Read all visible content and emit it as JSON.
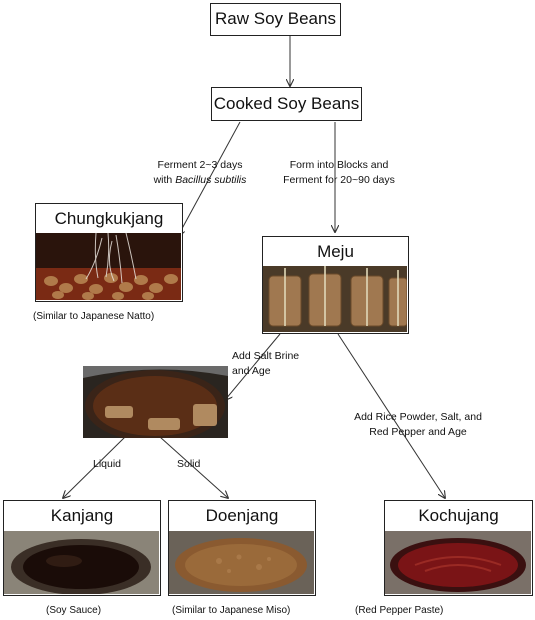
{
  "nodes": {
    "raw_soy_beans": "Raw Soy Beans",
    "cooked_soy_beans": "Cooked Soy Beans",
    "chungkukjang": "Chungkukjang",
    "meju": "Meju",
    "kanjang": "Kanjang",
    "doenjang": "Doenjang",
    "kochujang": "Kochujang"
  },
  "edges": {
    "ferment_line1": "Ferment 2~3 days",
    "ferment_line2_prefix": "with ",
    "ferment_line2_italic": "Bacillus subtilis",
    "blocks_line1": "Form into Blocks and",
    "blocks_line2": "Ferment for 20~90 days",
    "brine_line1": "Add Salt Brine",
    "brine_line2": "and Age",
    "liquid": "Liquid",
    "solid": "Solid",
    "rice_line1": "Add Rice Powder, Salt, and",
    "rice_line2": "Red Pepper and Age"
  },
  "notes": {
    "chungkukjang": "(Similar to Japanese Natto)",
    "kanjang": "(Soy Sauce)",
    "doenjang": "(Similar to Japanese Miso)",
    "kochujang": "(Red Pepper Paste)"
  }
}
